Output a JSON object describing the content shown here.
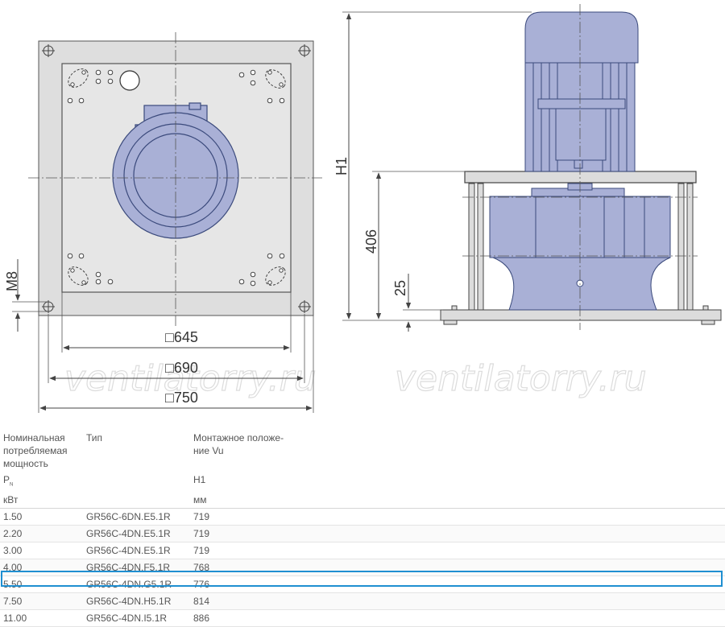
{
  "drawing": {
    "dim_inner": "□645",
    "dim_mid": "□690",
    "dim_outer": "□750",
    "dim_bolt": "M8",
    "dim_h1": "H1",
    "dim_406": "406",
    "dim_25": "25",
    "watermark": "ventilatorry.ru",
    "colors": {
      "body": "#a9b0d6",
      "outline": "#3b4a7c",
      "frame": "#dcdcdc",
      "line": "#555555"
    }
  },
  "table": {
    "headers": {
      "col1": "Номинальная потребляемая мощность",
      "col2": "Тип",
      "col3": "Монтажное положе- ние Vu"
    },
    "units": {
      "col1_symbol": "P",
      "col1_symbol_sub": "N",
      "col1_unit": "кВт",
      "col3_symbol": "H1",
      "col3_unit": "мм"
    },
    "rows": [
      {
        "power": "1.50",
        "type": "GR56C-6DN.E5.1R",
        "h1": "719"
      },
      {
        "power": "2.20",
        "type": "GR56C-4DN.E5.1R",
        "h1": "719"
      },
      {
        "power": "3.00",
        "type": "GR56C-4DN.E5.1R",
        "h1": "719"
      },
      {
        "power": "4.00",
        "type": "GR56C-4DN.F5.1R",
        "h1": "768"
      },
      {
        "power": "5.50",
        "type": "GR56C-4DN.G5.1R",
        "h1": "776"
      },
      {
        "power": "7.50",
        "type": "GR56C-4DN.H5.1R",
        "h1": "814"
      },
      {
        "power": "11.00",
        "type": "GR56C-4DN.I5.1R",
        "h1": "886"
      }
    ],
    "selected_index": 4,
    "highlight_color": "#1f8fd1"
  }
}
